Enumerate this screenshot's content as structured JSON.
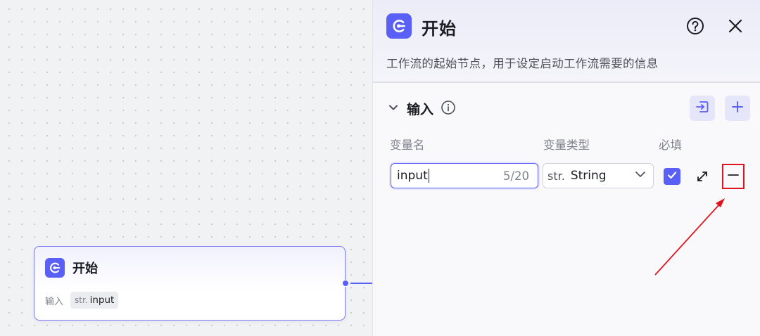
{
  "canvas": {
    "node": {
      "title": "开始",
      "input_label": "输入",
      "var_type": "str.",
      "var_name": "input"
    }
  },
  "panel": {
    "title": "开始",
    "description": "工作流的起始节点，用于设定启动工作流需要的信息",
    "section_title": "输入",
    "columns": {
      "name": "变量名",
      "type": "变量类型",
      "required": "必填"
    },
    "row": {
      "name_value": "input",
      "name_count": "5/20",
      "type_prefix": "str.",
      "type_value": "String",
      "required": true
    }
  },
  "colors": {
    "accent": "#5a5ff5",
    "highlight": "#e0141e"
  },
  "icons": [
    "workflow-start-icon",
    "help-icon",
    "close-icon",
    "chevron-down-icon",
    "info-icon",
    "import-icon",
    "plus-icon",
    "checkbox-icon",
    "expand-icon",
    "minus-icon"
  ]
}
